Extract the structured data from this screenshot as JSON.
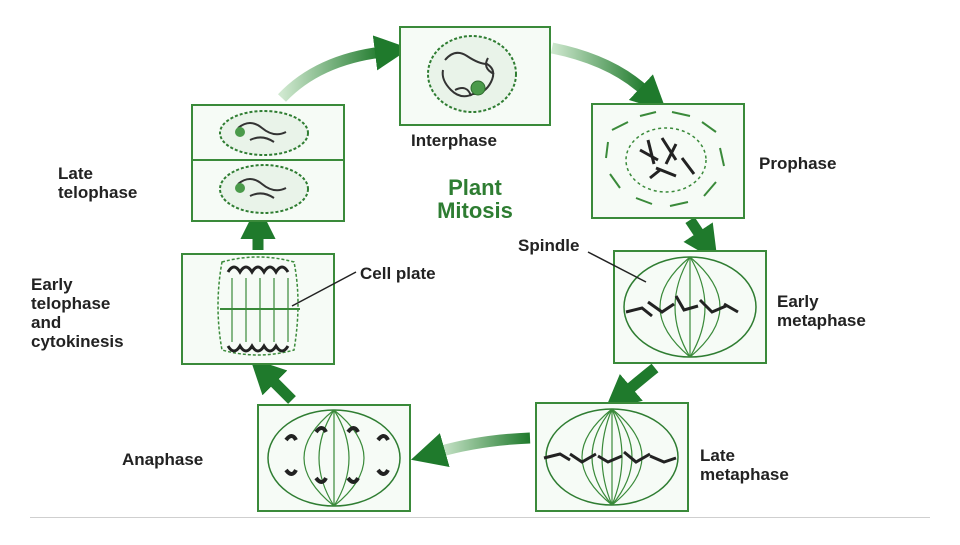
{
  "diagram": {
    "title_line1": "Plant",
    "title_line2": "Mitosis",
    "title_color": "#2e7d32",
    "frame_color": "#3a8a3a",
    "arrow_color": "#1f7a2c",
    "stages": {
      "interphase": "Interphase",
      "prophase": "Prophase",
      "early_metaphase": "Early\nmetaphase",
      "late_metaphase": "Late\nmetaphase",
      "anaphase": "Anaphase",
      "early_telophase": "Early\ntelophase\nand\ncytokinesis",
      "late_telophase": "Late\ntelophase"
    },
    "callouts": {
      "spindle": "Spindle",
      "cell_plate": "Cell plate"
    }
  }
}
